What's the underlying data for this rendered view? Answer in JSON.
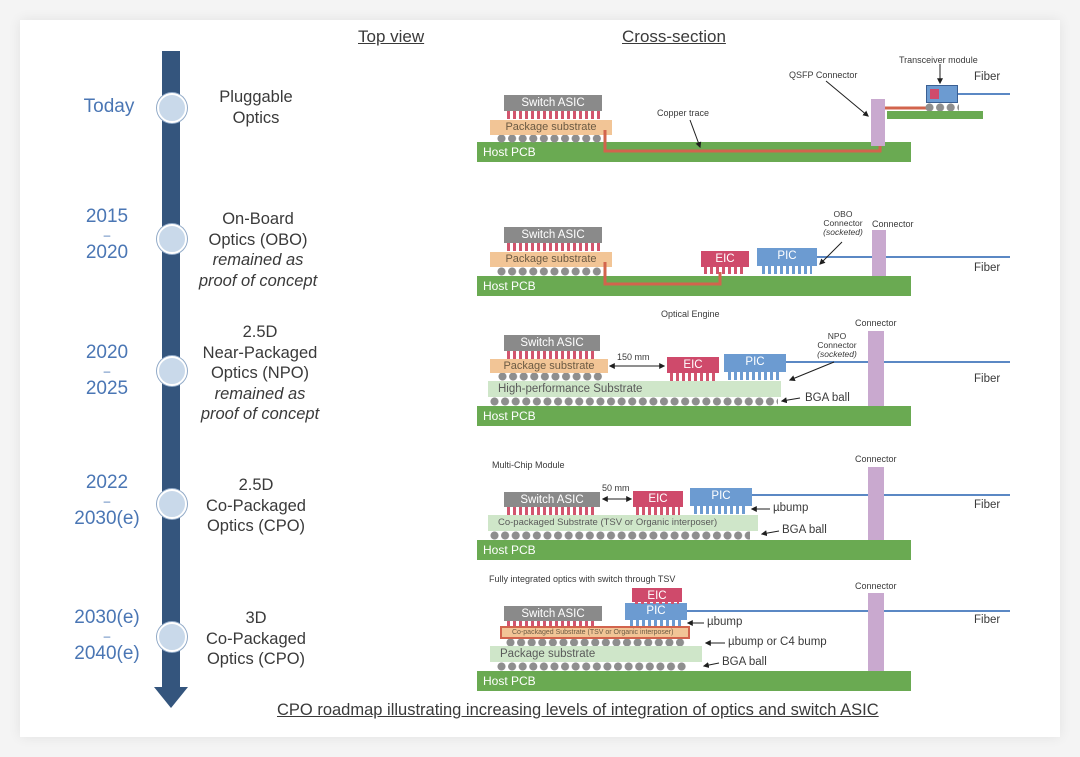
{
  "headers": {
    "top_view": "Top view",
    "cross_section": "Cross-section"
  },
  "timeline": [
    {
      "era": [
        "Today"
      ],
      "stage": [
        "Pluggable",
        "Optics"
      ],
      "note": []
    },
    {
      "era": [
        "2015",
        "–",
        "2020"
      ],
      "stage": [
        "On-Board",
        "Optics (OBO)"
      ],
      "note": [
        "remained as",
        "proof of concept"
      ]
    },
    {
      "era": [
        "2020",
        "–",
        "2025"
      ],
      "stage": [
        "2.5D",
        "Near-Packaged",
        "Optics (NPO)"
      ],
      "note": [
        "remained as",
        "proof of concept"
      ]
    },
    {
      "era": [
        "2022",
        "–",
        "2030(e)"
      ],
      "stage": [
        "2.5D",
        "Co-Packaged",
        "Optics (CPO)"
      ],
      "note": []
    },
    {
      "era": [
        "2030(e)",
        "–",
        "2040(e)"
      ],
      "stage": [
        "3D",
        "Co-Packaged",
        "Optics (CPO)"
      ],
      "note": []
    }
  ],
  "labels": {
    "host_pcb": "Host PCB",
    "switch_asic": "Switch ASIC",
    "package_substrate": "Package substrate",
    "eic": "EIC",
    "pic": "PIC",
    "fiber": "Fiber",
    "connector": "Connector",
    "bga_ball": "BGA ball",
    "ubump": "µbump",
    "ubump_c4": "µbump or C4 bump"
  },
  "row1": {
    "transceiver_module": "Transceiver module",
    "qsfp_connector": "QSFP Connector",
    "copper_trace": "Copper trace"
  },
  "row2": {
    "obo_connector": "OBO",
    "obo_connector2": "Connector",
    "obo_socketed": "(socketed)"
  },
  "row3": {
    "optical_engine": "Optical Engine",
    "distance": "150 mm",
    "high_perf_substrate": "High-performance Substrate",
    "npo_connector": "NPO",
    "npo_connector2": "Connector",
    "npo_socketed": "(socketed)"
  },
  "row4": {
    "mcm": "Multi-Chip Module",
    "distance": "50 mm",
    "copackaged_substrate": "Co-packaged Substrate (TSV or Organic interposer)"
  },
  "row5": {
    "fully_integrated": "Fully integrated optics with switch through TSV",
    "copackaged_substrate": "Co-packaged Substrate (TSV or Organic interposer)"
  },
  "caption": "CPO roadmap illustrating increasing levels of integration of optics and switch ASIC",
  "colors": {
    "timeline": "#34557d",
    "era_text": "#4a76b4",
    "pcb": "#6aaa52",
    "asic": "#8a8a8a",
    "eic": "#cf4a6b",
    "pic": "#6c9bd1",
    "connector": "#c9a9cf",
    "copper": "#d2644d"
  }
}
